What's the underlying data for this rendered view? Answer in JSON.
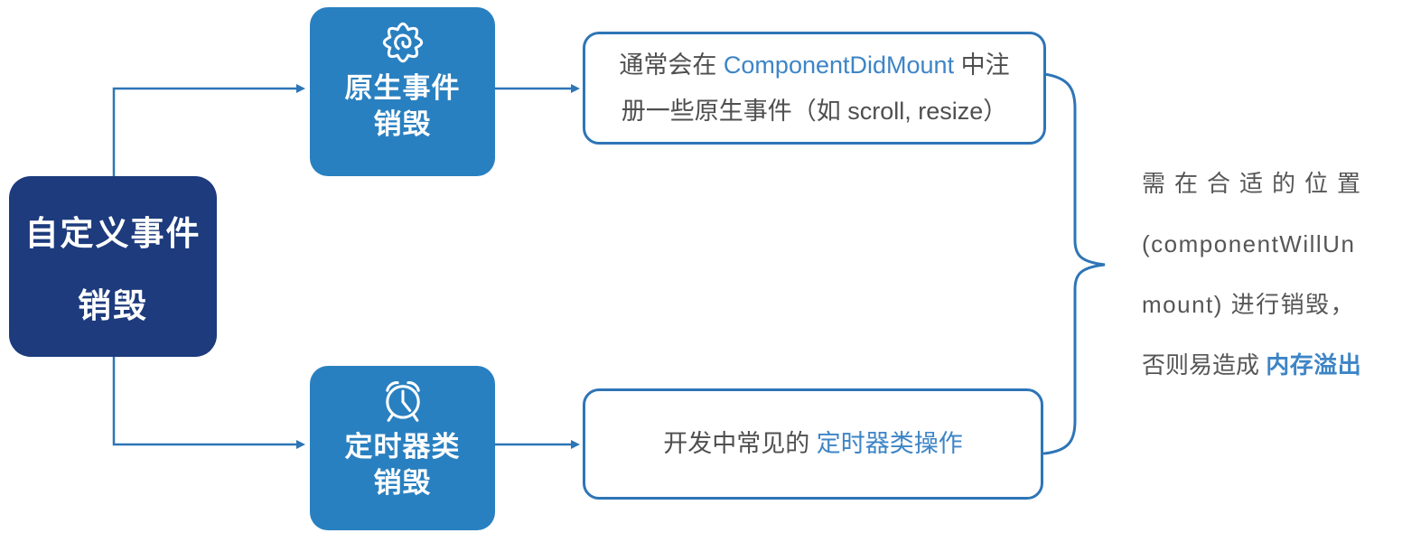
{
  "diagram": {
    "title_semantic": "react-event-destroy-flow",
    "colors": {
      "root_node_bg": "#1d3b7d",
      "branch_node_bg": "#2980c0",
      "connector_stroke": "#2e75b6",
      "note_border": "#2e75b6",
      "body_text": "#4f4f4f",
      "link_text": "#3d85c6",
      "node_text": "#ffffff"
    },
    "root_node": {
      "line1": "自定义事件",
      "line2": "销毁"
    },
    "branch_top": {
      "icon": "gear-icon",
      "node_line1": "原生事件",
      "node_line2": "销毁",
      "note": {
        "line1_pre": "通常会在 ",
        "line1_code": "ComponentDidMount",
        "line1_post": " 中注",
        "line2": "册一些原生事件（如 scroll, resize）"
      }
    },
    "branch_bottom": {
      "icon": "alarm-clock-icon",
      "node_line1": "定时器类",
      "node_line2": "销毁",
      "note": {
        "line_pre": "开发中常见的 ",
        "line_highlight": "定时器类操作"
      }
    },
    "annotation": {
      "line1": "需在合适的位置",
      "line2": "(componentWillUn",
      "line3": "mount) 进行销毁，",
      "line4_pre": "否则易造成 ",
      "line4_highlight": "内存溢出"
    }
  }
}
